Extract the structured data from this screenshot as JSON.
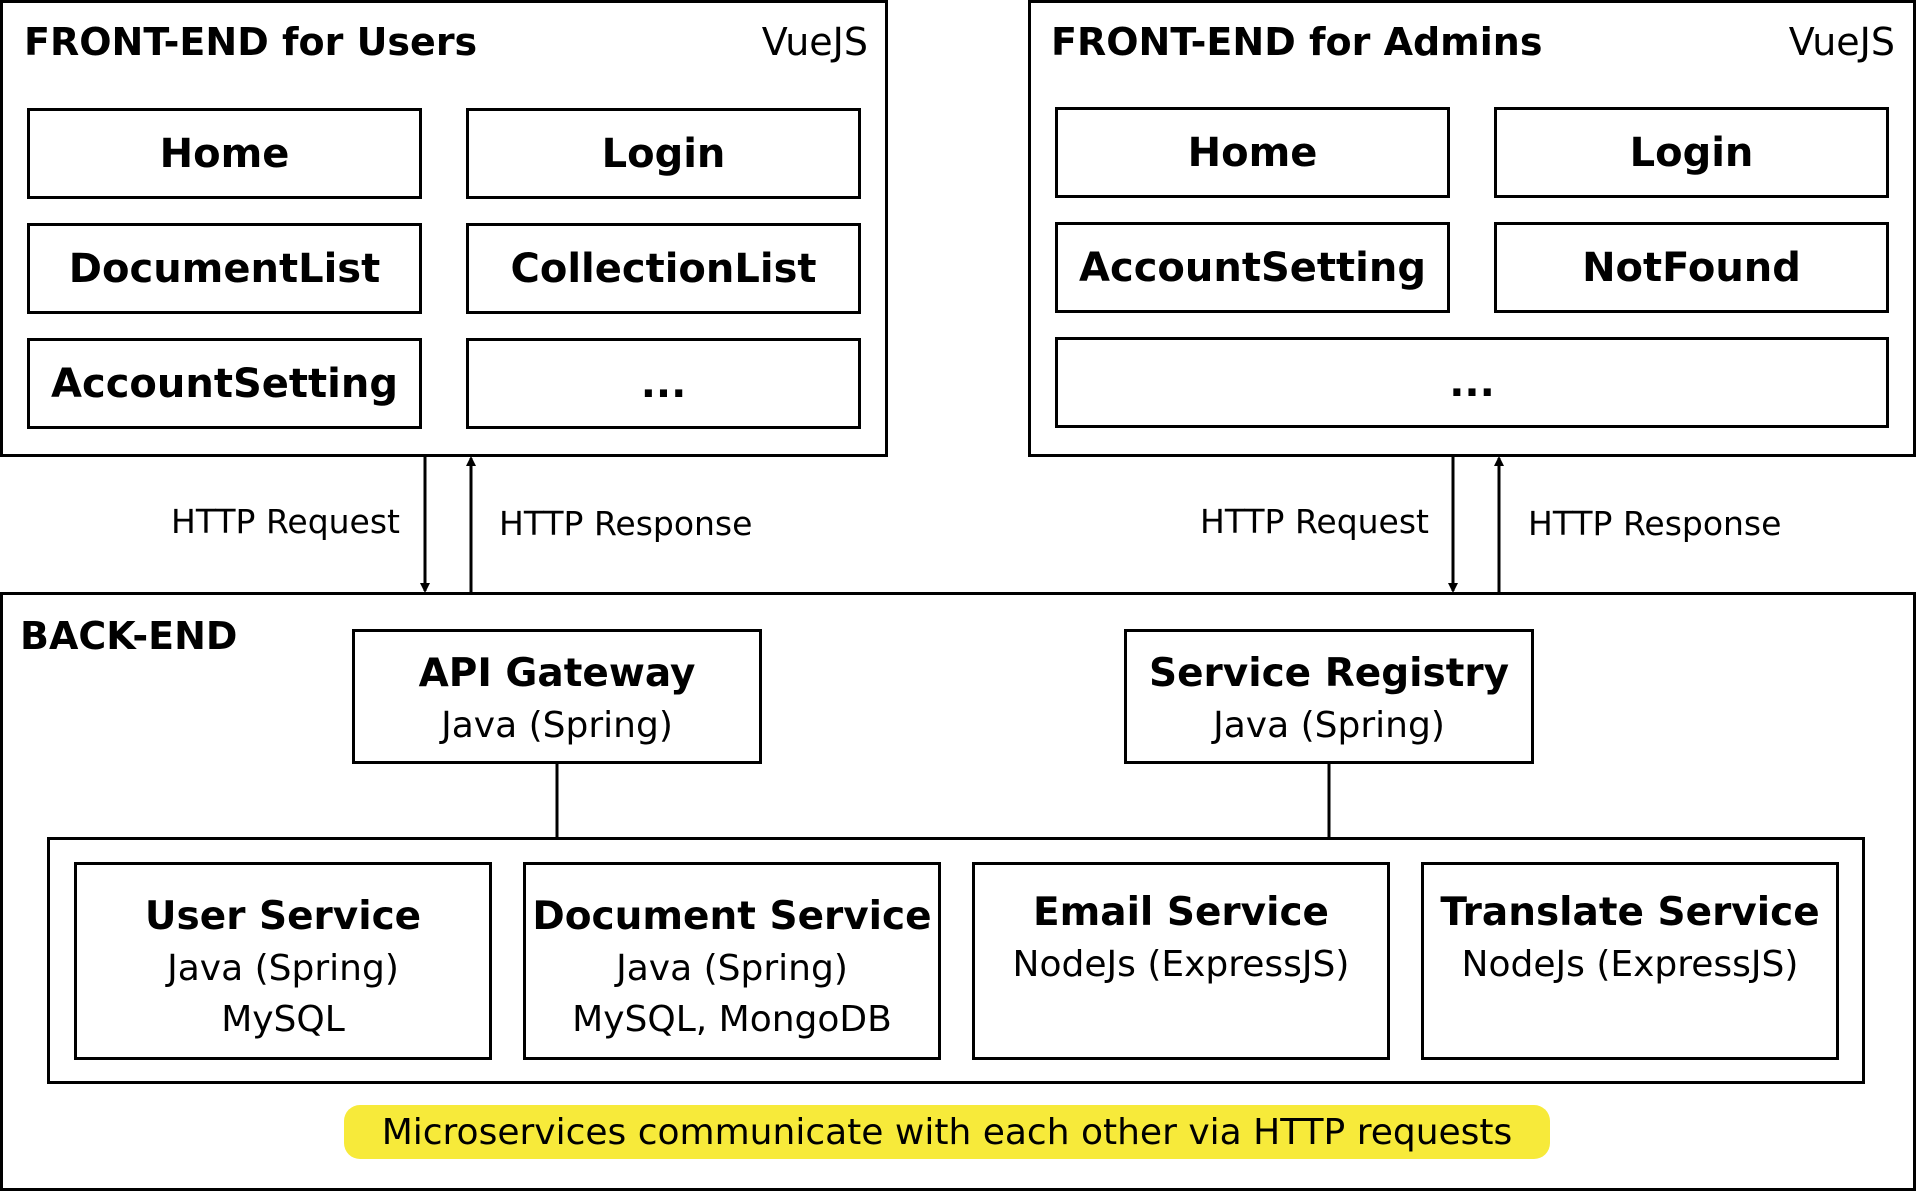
{
  "frontend_users": {
    "title": "FRONT-END for Users",
    "tech": "VueJS",
    "pages": [
      "Home",
      "Login",
      "DocumentList",
      "CollectionList",
      "AccountSetting",
      "..."
    ]
  },
  "frontend_admins": {
    "title": "FRONT-END for Admins",
    "tech": "VueJS",
    "pages": [
      "Home",
      "Login",
      "AccountSetting",
      "NotFound",
      "..."
    ]
  },
  "links": {
    "request_label": "HTTP Request",
    "response_label": "HTTP Response"
  },
  "backend": {
    "title": "BACK-END",
    "api_gateway": {
      "name": "API Gateway",
      "tech": "Java (Spring)"
    },
    "service_registry": {
      "name": "Service Registry",
      "tech": "Java (Spring)"
    },
    "services": [
      {
        "name": "User Service",
        "tech": "Java (Spring)",
        "db": "MySQL"
      },
      {
        "name": "Document Service",
        "tech": "Java (Spring)",
        "db": "MySQL, MongoDB"
      },
      {
        "name": "Email Service",
        "tech": "NodeJs (ExpressJS)",
        "db": ""
      },
      {
        "name": "Translate Service",
        "tech": "NodeJs (ExpressJS)",
        "db": ""
      }
    ],
    "note": "Microservices communicate with each other via HTTP requests"
  },
  "colors": {
    "highlight": "#f7ea3a",
    "stroke": "#000000"
  }
}
